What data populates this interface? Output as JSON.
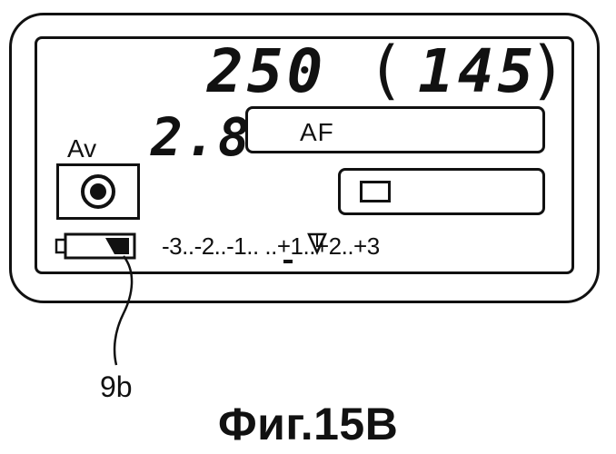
{
  "display": {
    "shutter_speed": "250",
    "paren_open": "(",
    "shots_remaining": "145",
    "paren_close": ")",
    "aperture": "2.8",
    "af_label": "AF",
    "mode_label": "Av",
    "metering_icon": "spot-metering-icon",
    "drive_icon": "single-frame-icon",
    "exposure_scale": "-3..-2..-1.. ..+1..+2..+3",
    "battery_icon": "battery-icon"
  },
  "annotation": {
    "reference_label": "9b"
  },
  "caption": "Фиг.15B"
}
